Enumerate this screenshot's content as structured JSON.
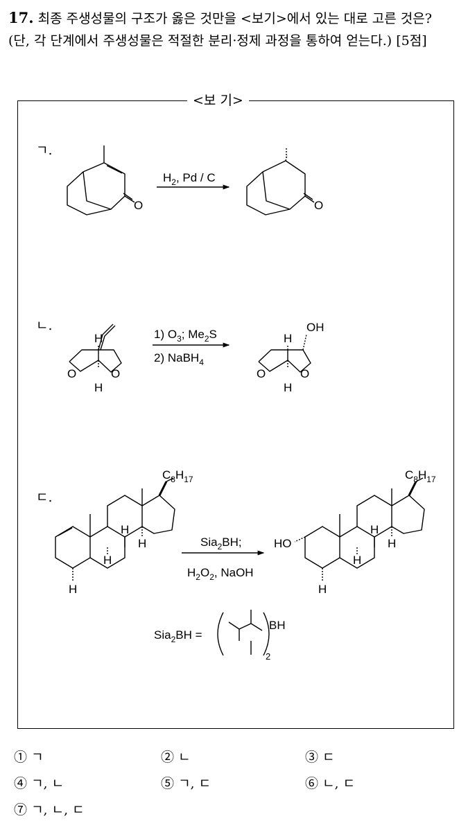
{
  "question": {
    "number": "17.",
    "text": "최종 주생성물의 구조가 옳은 것만을 <보기>에서 있는 대로 고른 것은? (단, 각 단계에서 주생성물은 적절한 분리·정제 과정을 통하여 얻는다.) [5점]"
  },
  "box": {
    "title": "<보 기>",
    "items": [
      {
        "label": "ㄱ.",
        "reagent1": "H",
        "reagent1_sub": "2",
        "reagent1_rest": ", Pd / C"
      },
      {
        "label": "ㄴ.",
        "step1": "1) O",
        "step1_sub": "3",
        "step1_rest": "; Me",
        "step1_sub2": "2",
        "step1_end": "S",
        "step2": "2) NaBH",
        "step2_sub": "4"
      },
      {
        "label": "ㄷ.",
        "reagent1": "Sia",
        "reagent1_sub": "2",
        "reagent1_rest": "BH;",
        "reagent2": "H",
        "reagent2_sub": "2",
        "reagent2_mid": "O",
        "reagent2_sub2": "2",
        "reagent2_rest": ", NaOH",
        "sidechain": "C",
        "sidechain_sub1": "8",
        "sidechain_mid": "H",
        "sidechain_sub2": "17",
        "sia_label": "Sia",
        "sia_sub": "2",
        "sia_rest": "BH =",
        "sia_bh": "BH",
        "sia_paren_sub": "2"
      }
    ],
    "atoms": {
      "O": "O",
      "H": "H",
      "HO": "HO",
      "OH": "OH"
    }
  },
  "options": [
    {
      "mark": "①",
      "text": "ㄱ"
    },
    {
      "mark": "②",
      "text": "ㄴ"
    },
    {
      "mark": "③",
      "text": "ㄷ"
    },
    {
      "mark": "④",
      "text": "ㄱ, ㄴ"
    },
    {
      "mark": "⑤",
      "text": "ㄱ, ㄷ"
    },
    {
      "mark": "⑥",
      "text": "ㄴ, ㄷ"
    },
    {
      "mark": "⑦",
      "text": "ㄱ, ㄴ, ㄷ"
    }
  ]
}
